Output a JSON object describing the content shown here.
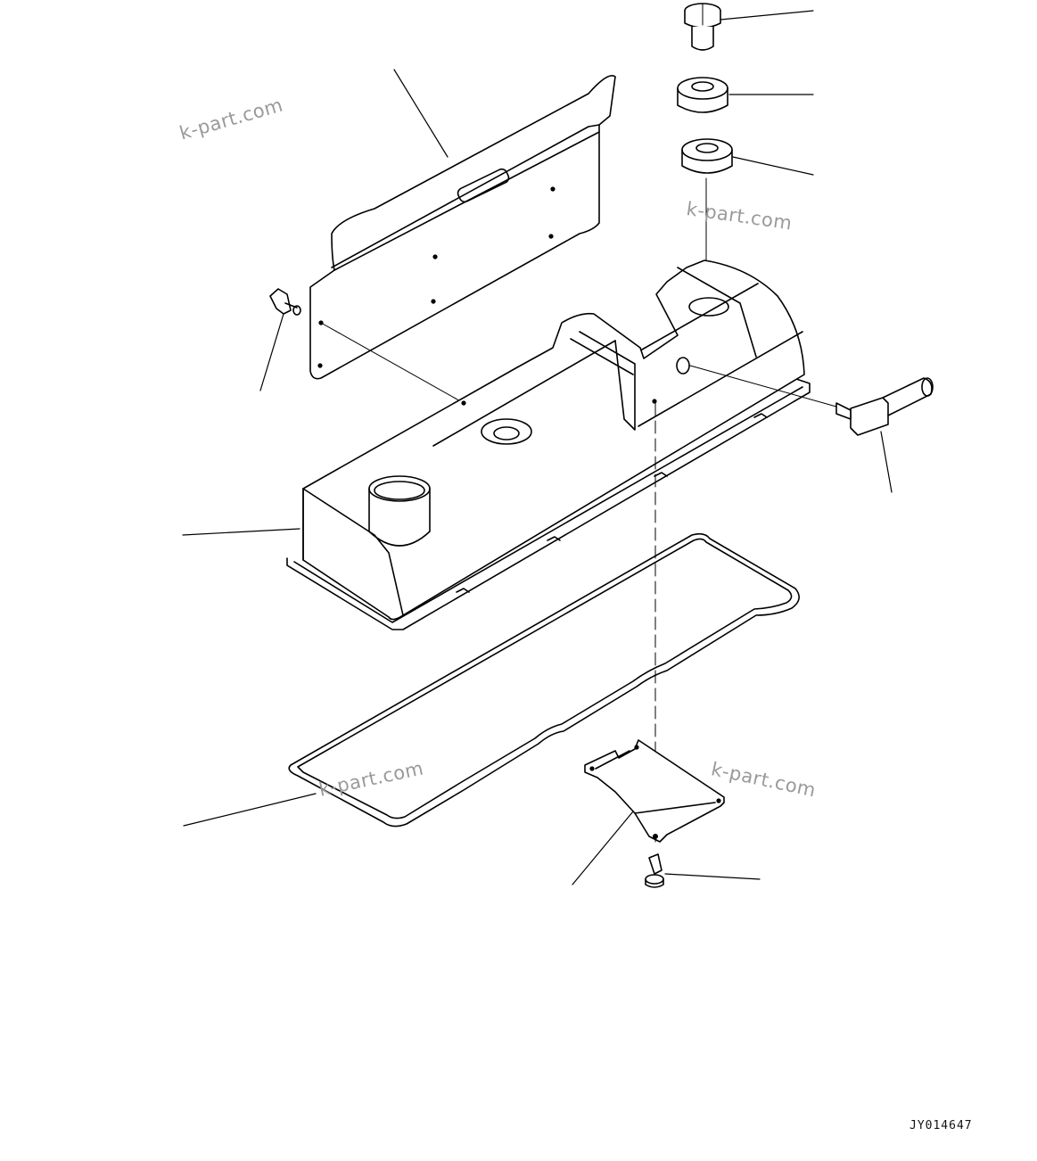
{
  "drawing_id": "JY014647",
  "watermarks": [
    "k-part.com",
    "k-part.com",
    "k-part.com",
    "k-part.com"
  ],
  "colors": {
    "line": "#000000",
    "watermark": "#9a9a9a",
    "background": "#ffffff"
  }
}
